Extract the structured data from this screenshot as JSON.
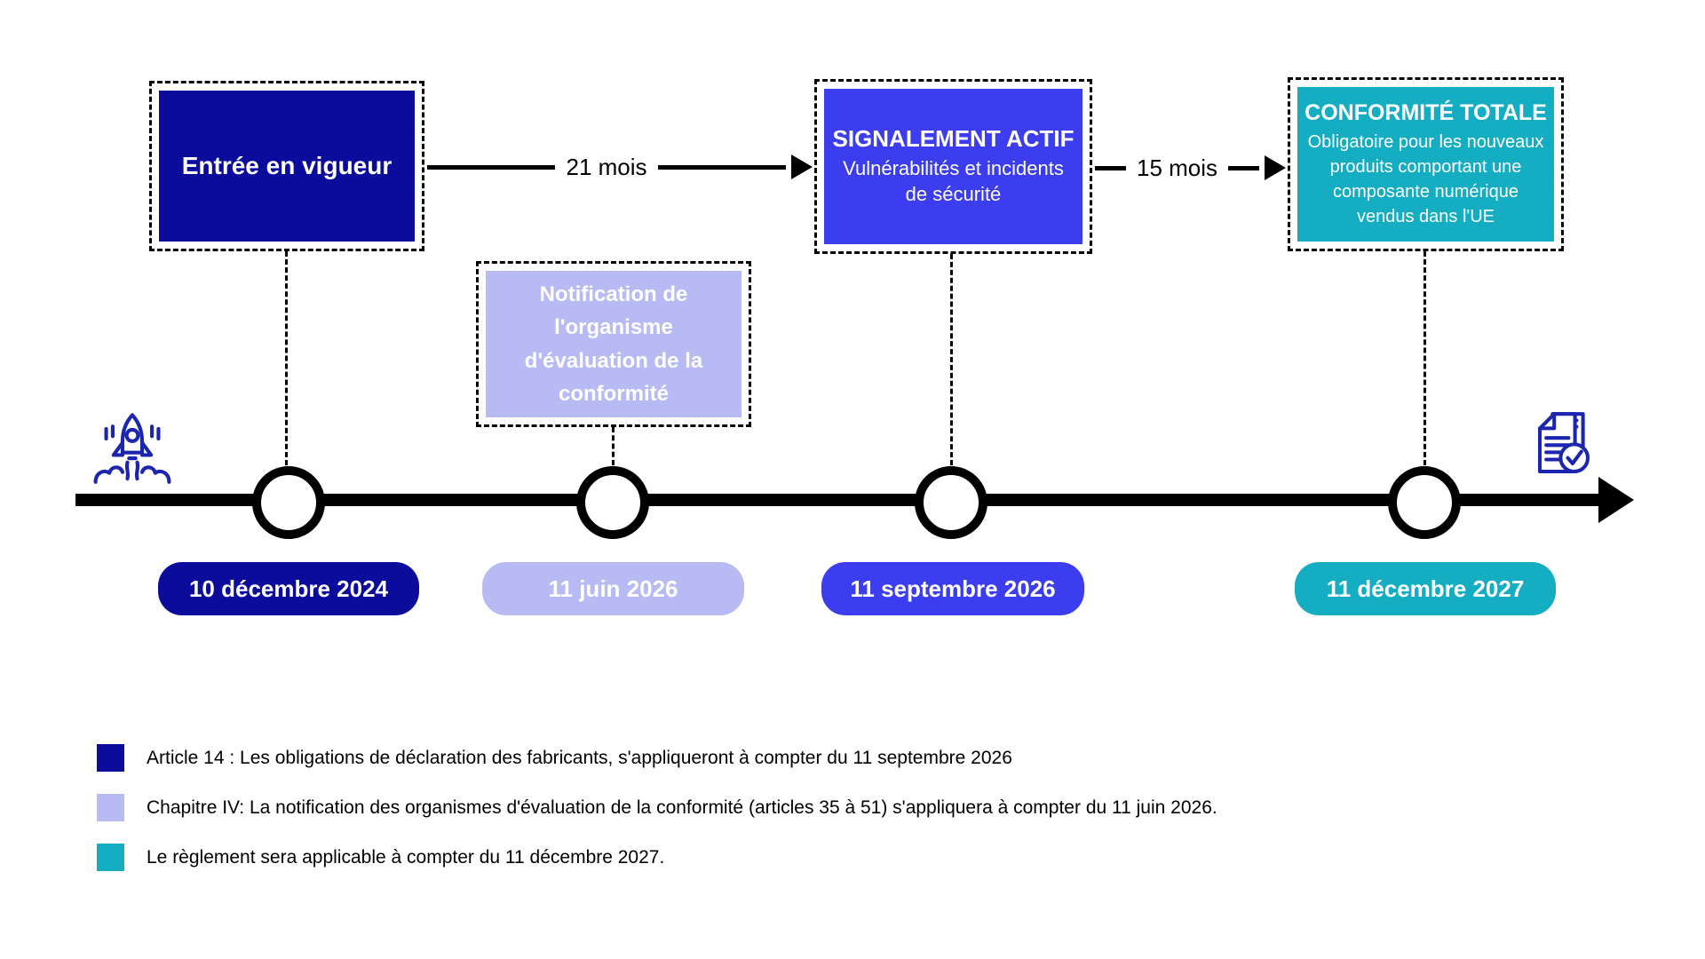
{
  "palette": {
    "navy": "#0b0b9c",
    "blue": "#3d3df0",
    "lavender": "#b7baf3",
    "teal": "#14adc2",
    "timeline_black": "#000000",
    "icon_blue": "#1c25ad"
  },
  "timeline": {
    "milestones": [
      {
        "title": "Entrée en vigueur",
        "date": "10 décembre 2024",
        "color": "#0b0b9c"
      },
      {
        "title": "Notification de\nl'organisme\nd'évaluation de la\nconformité",
        "date": "11 juin 2026",
        "color": "#b7baf3"
      },
      {
        "title": "SIGNALEMENT ACTIF",
        "subtitle": "Vulnérabilités et incidents\nde sécurité",
        "date": "11 septembre 2026",
        "color": "#3d3df0"
      },
      {
        "title": "CONFORMITÉ TOTALE",
        "subtitle": "Obligatoire pour les nouveaux\nproduits comportant une\ncomposante numérique\nvendus dans l'UE",
        "date": "11 décembre 2027",
        "color": "#14adc2"
      }
    ],
    "intervals": [
      {
        "label": "21 mois"
      },
      {
        "label": "15 mois"
      }
    ],
    "start_icon": "rocket-launch-icon",
    "end_icon": "documents-check-icon"
  },
  "legend": {
    "items": [
      {
        "color": "#0b0b9c",
        "text": "Article 14 : Les obligations de déclaration des fabricants, s'appliqueront à compter du 11 septembre 2026"
      },
      {
        "color": "#b7baf3",
        "text": "Chapitre IV: La notification des organismes d'évaluation de la conformité (articles 35 à 51) s'appliquera à compter du 11 juin 2026."
      },
      {
        "color": "#14adc2",
        "text": "Le règlement sera applicable à compter du 11 décembre 2027."
      }
    ]
  }
}
